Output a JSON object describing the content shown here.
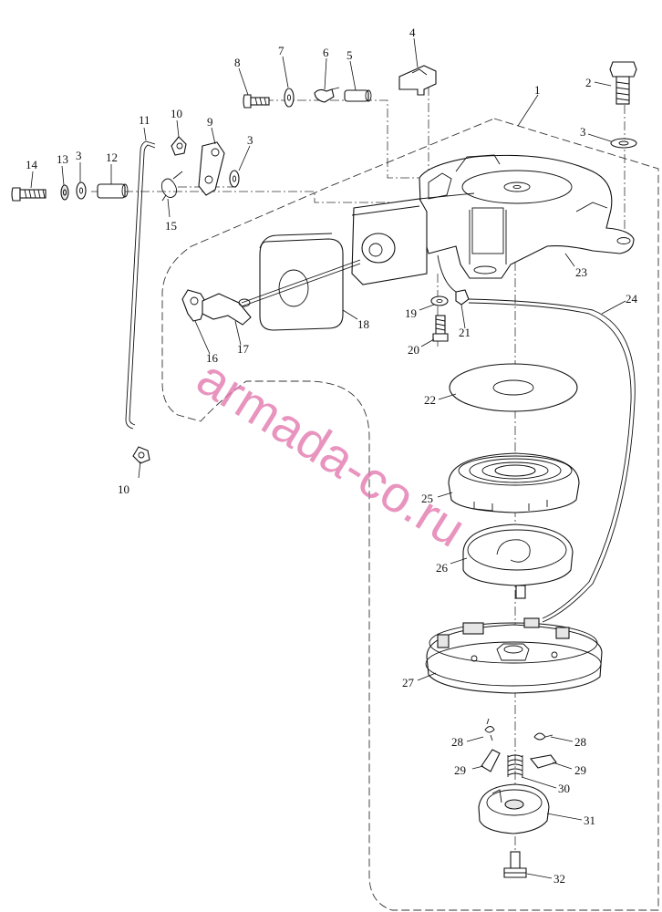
{
  "watermark": "armada-co.ru",
  "labels": {
    "l1": "1",
    "l2": "2",
    "l3a": "3",
    "l3b": "3",
    "l3c": "3",
    "l4": "4",
    "l5": "5",
    "l6": "6",
    "l7": "7",
    "l8": "8",
    "l9": "9",
    "l10a": "10",
    "l10b": "10",
    "l11": "11",
    "l12": "12",
    "l13": "13",
    "l14": "14",
    "l15": "15",
    "l16": "16",
    "l17": "17",
    "l18": "18",
    "l19": "19",
    "l20": "20",
    "l21": "21",
    "l22": "22",
    "l23": "23",
    "l24": "24",
    "l25": "25",
    "l26": "26",
    "l27": "27",
    "l28a": "28",
    "l28b": "28",
    "l29a": "29",
    "l29b": "29",
    "l30": "30",
    "l31": "31",
    "l32": "32"
  }
}
